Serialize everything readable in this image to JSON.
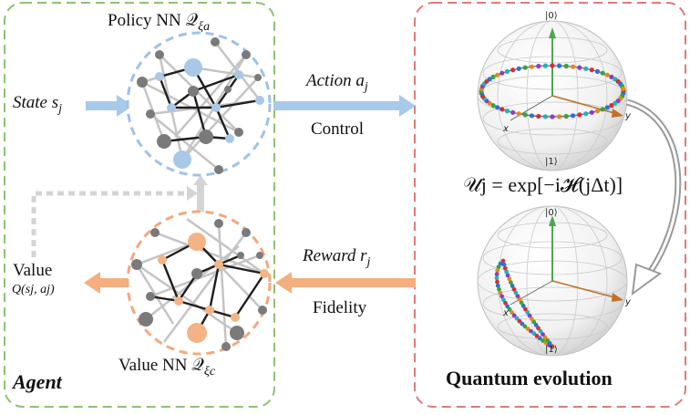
{
  "agent_panel": {
    "title": "Agent",
    "policy_label": "Policy NN 𝒬",
    "policy_sub": "ξa",
    "value_label": "Value NN 𝒬",
    "value_sub": "ξc",
    "state_label": "State s",
    "state_sub": "j",
    "value_out_label": "Value",
    "value_out_formula": "Q(sj, aj)"
  },
  "links": {
    "action_label": "Action a",
    "action_sub": "j",
    "control_label": "Control",
    "reward_label": "Reward r",
    "reward_sub": "j",
    "fidelity_label": "Fidelity"
  },
  "quantum_panel": {
    "title": "Quantum evolution",
    "unitary_formula": "𝒰j = exp[−i𝓗(jΔt)]",
    "sphere_top": {
      "north": "|0⟩",
      "south": "|1⟩",
      "x": "x",
      "y": "y"
    },
    "sphere_bottom": {
      "north": "|0⟩",
      "south": "|1⟩",
      "x": "x",
      "y": "y"
    }
  },
  "colors": {
    "agent_border": "#8dc26f",
    "quantum_border": "#e07a7a",
    "policy_accent": "#a9c8e8",
    "value_accent": "#f5b385",
    "blue_arrow": "#a8c9ea",
    "orange_arrow": "#f5ae7e",
    "dashed_arrow": "#d4d4d4"
  }
}
